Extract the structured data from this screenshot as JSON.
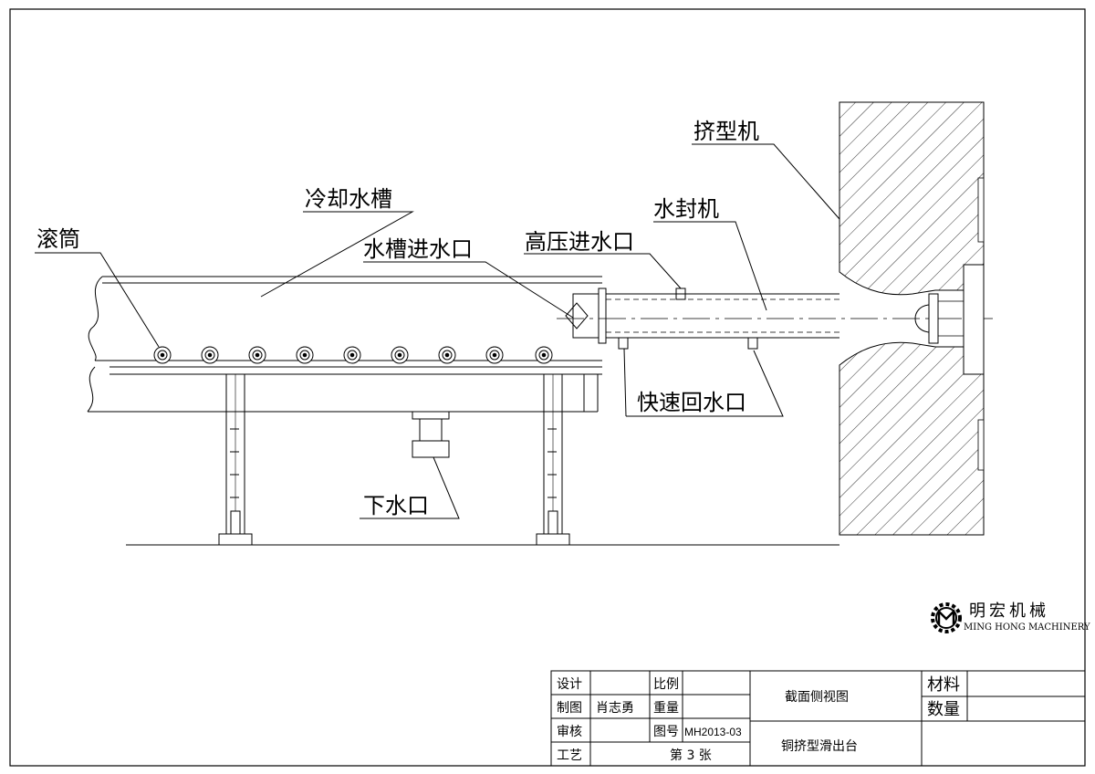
{
  "labels": {
    "roller": "滚筒",
    "cooling_tank": "冷却水槽",
    "tank_inlet": "水槽进水口",
    "high_pressure_inlet": "高压进水口",
    "water_seal": "水封机",
    "extruder": "挤型机",
    "quick_return": "快速回水口",
    "drain": "下水口"
  },
  "logo": {
    "cn": "明宏机械",
    "en": "MING HONG MACHINERY"
  },
  "title_block": {
    "design_label": "设计",
    "drawing_label": "制图",
    "drawer_name": "肖志勇",
    "review_label": "审核",
    "process_label": "工艺",
    "scale_label": "比例",
    "weight_label": "重量",
    "drawing_no_label": "图号",
    "drawing_no": "MH2013-03",
    "sheet": "第 3 张",
    "view_title": "截面侧视图",
    "product_name": "铜挤型滑出台",
    "material_label": "材料",
    "quantity_label": "数量"
  }
}
